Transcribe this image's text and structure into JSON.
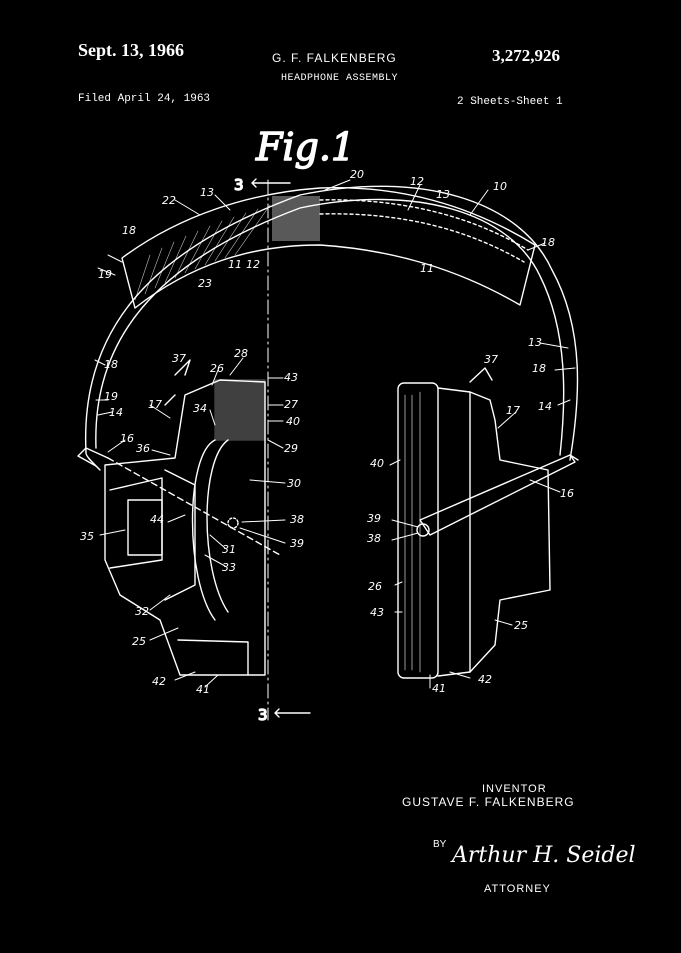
{
  "header": {
    "date": "Sept. 13, 1966",
    "inventor_header": "G. F. FALKENBERG",
    "patent_number": "3,272,926",
    "title": "HEADPHONE ASSEMBLY",
    "filed": "Filed April 24, 1963",
    "sheets": "2 Sheets-Sheet 1"
  },
  "figure": {
    "label": "Fig.1",
    "section_mark": "3",
    "reference_numerals": {
      "n10": "10",
      "n11": "11",
      "n12": "12",
      "n13": "13",
      "n14": "14",
      "n16": "16",
      "n17": "17",
      "n18": "18",
      "n19": "19",
      "n20": "20",
      "n22": "22",
      "n23": "23",
      "n25": "25",
      "n26": "26",
      "n27": "27",
      "n28": "28",
      "n29": "29",
      "n30": "30",
      "n31": "31",
      "n32": "32",
      "n33": "33",
      "n34": "34",
      "n35": "35",
      "n36": "36",
      "n37": "37",
      "n38": "38",
      "n39": "39",
      "n40": "40",
      "n41": "41",
      "n42": "42",
      "n43": "43",
      "n44": "44"
    }
  },
  "signature": {
    "inventor_label": "INVENTOR",
    "inventor_name": "GUSTAVE F. FALKENBERG",
    "by_label": "BY",
    "attorney_signature": "Arthur H. Seidel",
    "attorney_label": "ATTORNEY"
  },
  "colors": {
    "background": "#000000",
    "ink": "#ffffff"
  }
}
